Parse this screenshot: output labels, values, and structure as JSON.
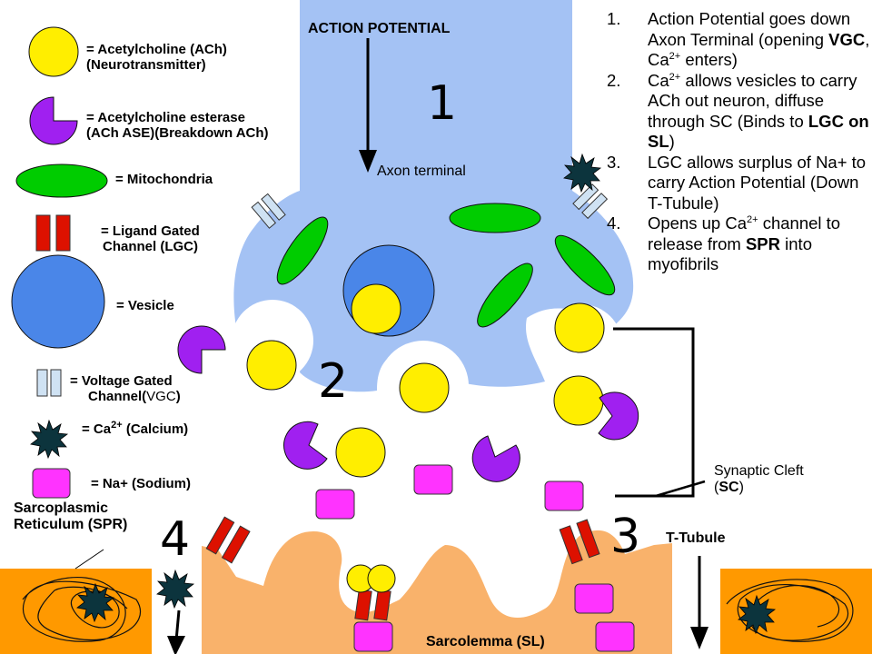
{
  "diagram": {
    "title": "ACTION POTENTIAL",
    "axon_label": "Axon terminal",
    "synaptic_cleft_label": {
      "line1": "Synaptic Cleft",
      "paren_open": "(",
      "bold": "SC",
      "paren_close": ")"
    },
    "t_tubule_label": "T-Tubule",
    "sarcolemma_label": "Sarcolemma (SL)",
    "spr_label": {
      "line1": "Sarcoplasmic",
      "line2": "Reticulum (SPR)"
    },
    "stage_numbers": [
      "1",
      "2",
      "3",
      "4"
    ]
  },
  "legend": [
    {
      "icon": "acetylcholine-circle",
      "line1": "= Acetylcholine (ACh)",
      "line2": "(Neurotransmitter)"
    },
    {
      "icon": "acetylcholine-esterase-pacman",
      "line1": "= Acetylcholine esterase",
      "line2": "(ACh ASE)(Breakdown ACh)"
    },
    {
      "icon": "mitochondria-ellipse",
      "line1": "= Mitochondria"
    },
    {
      "icon": "ligand-gated-channel-bars",
      "line1": "= Ligand Gated",
      "line2": "Channel (LGC)"
    },
    {
      "icon": "vesicle-circle",
      "line1": "= Vesicle"
    },
    {
      "icon": "voltage-gated-channel-bars",
      "line1": "= Voltage Gated",
      "line2a": "Channel(",
      "line2b": "VGC",
      "line2c": ")"
    },
    {
      "icon": "calcium-star",
      "pre": "= Ca",
      "sup": "2+",
      "post": " (Calcium)"
    },
    {
      "icon": "sodium-square",
      "line1": "= Na+ (Sodium)"
    }
  ],
  "steps": [
    {
      "num": "1.",
      "parts": [
        {
          "t": "Action Potential goes down Axon Terminal (opening "
        },
        {
          "t": "VGC",
          "b": true
        },
        {
          "t": ", Ca"
        },
        {
          "t": "2+",
          "sup": true
        },
        {
          "t": " enters)"
        }
      ]
    },
    {
      "num": "2.",
      "parts": [
        {
          "t": "Ca"
        },
        {
          "t": "2+",
          "sup": true
        },
        {
          "t": " allows vesicles to carry ACh out neuron, diffuse through SC (Binds to "
        },
        {
          "t": "LGC on SL",
          "b": true
        },
        {
          "t": ")"
        }
      ]
    },
    {
      "num": "3.",
      "parts": [
        {
          "t": "LGC allows surplus of Na+ to carry Action Potential (Down T-Tubule)"
        }
      ]
    },
    {
      "num": "4.",
      "parts": [
        {
          "t": "Opens up Ca"
        },
        {
          "t": "2+",
          "sup": true
        },
        {
          "t": " channel to release from "
        },
        {
          "t": "SPR",
          "b": true
        },
        {
          "t": " into myofibrils"
        }
      ]
    }
  ],
  "colors": {
    "acetylcholine": "#ffee00",
    "esterase": "#a020f0",
    "mitochondria": "#00cc00",
    "ligand_channel": "#dd1100",
    "vesicle": "#4a86e8",
    "voltage_channel": "#cfe2f3",
    "calcium": "#0c343d",
    "sodium": "#ff33ff",
    "axon": "#a4c2f4",
    "muscle": "#f9b26b",
    "spr": "#ff9900"
  }
}
